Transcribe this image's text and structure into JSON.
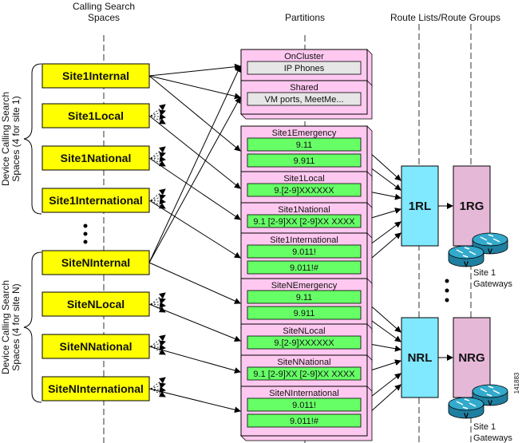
{
  "headers": {
    "css_line1": "Calling Search",
    "css_line2": "Spaces",
    "partitions": "Partitions",
    "routing": "Route Lists/Route Groups"
  },
  "side_labels": {
    "site1_line1": "Device Calling Search",
    "site1_line2": "Spaces (4 for site 1)",
    "siteN_line1": "Device Calling Search",
    "siteN_line2": "Spaces (4 for site N)"
  },
  "css_items": [
    "Site1Internal",
    "Site1Local",
    "Site1National",
    "Site1International",
    "SiteNInternal",
    "SiteNLocal",
    "SiteNNational",
    "SiteNInternational"
  ],
  "partitions": [
    {
      "title": "OnCluster",
      "patterns": [
        "IP Phones"
      ]
    },
    {
      "title": "Shared",
      "patterns": [
        "VM ports, MeetMe..."
      ]
    },
    {
      "title": "Site1Emergency",
      "patterns": [
        "9.11",
        "9.911"
      ]
    },
    {
      "title": "Site1Local",
      "patterns": [
        "9.[2-9]XXXXXX"
      ]
    },
    {
      "title": "Site1National",
      "patterns": [
        "9.1 [2-9]XX [2-9]XX XXXX"
      ]
    },
    {
      "title": "Site1International",
      "patterns": [
        "9.011!",
        "9.011!#"
      ]
    },
    {
      "title": "SiteNEmergency",
      "patterns": [
        "9.11",
        "9.911"
      ]
    },
    {
      "title": "SiteNLocal",
      "patterns": [
        "9.[2-9]XXXXXX"
      ]
    },
    {
      "title": "SiteNNational",
      "patterns": [
        "9.1 [2-9]XX [2-9]XX XXXX"
      ]
    },
    {
      "title": "SiteNInternational",
      "patterns": [
        "9.011!",
        "9.011!#"
      ]
    }
  ],
  "route_lists": [
    "1RL",
    "NRL"
  ],
  "route_groups": [
    "1RG",
    "NRG"
  ],
  "gateways": {
    "site1_line1": "Site 1",
    "site1_line2": "Gateways",
    "siteN_line1": "Site 1",
    "siteN_line2": "Gateways"
  },
  "figure_id": "141883",
  "colors": {
    "css_fill": "#ffff00",
    "partition_fill": "#ffc8f0",
    "pattern_green": "#66ff66",
    "pattern_gray": "#e6e6e6",
    "route_list": "#80e8ff",
    "route_group": "#e6b8d8",
    "router": "#33aacc"
  }
}
